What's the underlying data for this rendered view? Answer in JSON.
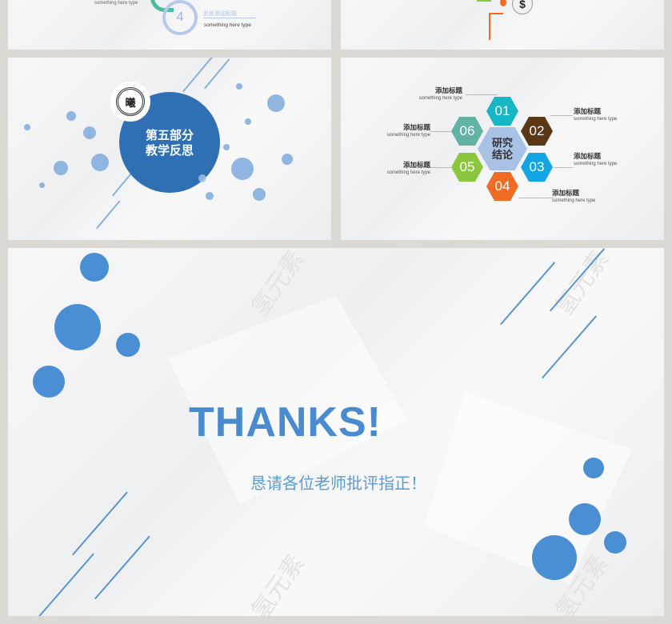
{
  "slide_top_left": {
    "step_number": "4",
    "title": "此处添加标题",
    "subtitle": "something here type",
    "prev_subtitle": "something here type"
  },
  "slide_top_right": {
    "icon": "dollar-coin-icon",
    "dollar_glyph": "$"
  },
  "slide_section": {
    "title_line1": "第五部分",
    "title_line2": "教学反思",
    "logo": "university-seal-logo"
  },
  "slide_hex": {
    "center_line1": "研究",
    "center_line2": "结论",
    "items": [
      {
        "num": "01",
        "title": "添加标题",
        "subtitle": "something here type",
        "color": "#16b6c4"
      },
      {
        "num": "02",
        "title": "添加标题",
        "subtitle": "something here type",
        "color": "#5b3716"
      },
      {
        "num": "03",
        "title": "添加标题",
        "subtitle": "something here type",
        "color": "#12a5e3"
      },
      {
        "num": "04",
        "title": "添加标题",
        "subtitle": "something here type",
        "color": "#ef6c22"
      },
      {
        "num": "05",
        "title": "添加标题",
        "subtitle": "something here type",
        "color": "#8cc63f"
      },
      {
        "num": "06",
        "title": "添加标题",
        "subtitle": "something here type",
        "color": "#62b3a3"
      }
    ],
    "center_color": "#a9c1e4"
  },
  "slide_thanks": {
    "title": "THANKS!",
    "subtitle": "恳请各位老师批评指正！",
    "watermark": "氢元素",
    "accent": "#4a8fd4"
  }
}
